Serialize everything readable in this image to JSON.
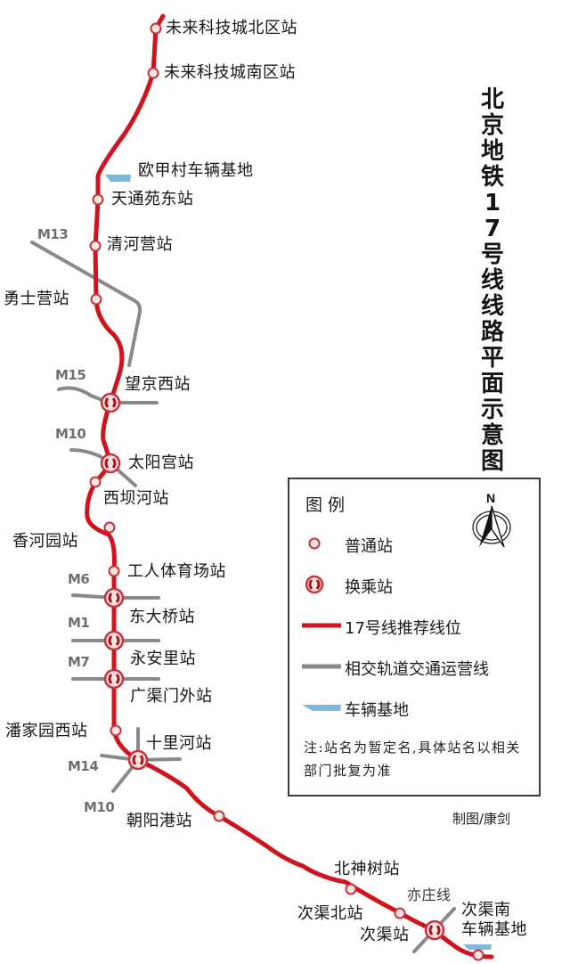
{
  "title": "北京地铁17号线线路平面示意图",
  "colors": {
    "line17": "#d1121f",
    "intersecting_line": "#8a8a8a",
    "depot": "#7fb6dd",
    "station_fill": "#fbe5e4",
    "station_stroke": "#c8333b",
    "background": "#ffffff"
  },
  "stations": [
    {
      "name": "未来科技城北区站",
      "type": "normal"
    },
    {
      "name": "未来科技城南区站",
      "type": "normal"
    },
    {
      "name": "天通苑东站",
      "type": "normal"
    },
    {
      "name": "清河营站",
      "type": "normal"
    },
    {
      "name": "勇士营站",
      "type": "normal"
    },
    {
      "name": "望京西站",
      "type": "interchange",
      "interchange_lines": [
        "M15",
        "M13"
      ]
    },
    {
      "name": "太阳宫站",
      "type": "interchange",
      "interchange_lines": [
        "M10"
      ]
    },
    {
      "name": "西坝河站",
      "type": "normal"
    },
    {
      "name": "香河园站",
      "type": "normal"
    },
    {
      "name": "工人体育场站",
      "type": "normal"
    },
    {
      "name": "东大桥站",
      "type": "interchange",
      "interchange_lines": [
        "M6"
      ]
    },
    {
      "name": "永安里站",
      "type": "interchange",
      "interchange_lines": [
        "M1"
      ]
    },
    {
      "name": "广渠门外站",
      "type": "interchange",
      "interchange_lines": [
        "M7"
      ]
    },
    {
      "name": "潘家园西站",
      "type": "normal"
    },
    {
      "name": "十里河站",
      "type": "interchange",
      "interchange_lines": [
        "M14",
        "M10"
      ]
    },
    {
      "name": "朝阳港站",
      "type": "normal"
    },
    {
      "name": "北神树站",
      "type": "normal"
    },
    {
      "name": "次渠北站",
      "type": "normal"
    },
    {
      "name": "次渠站",
      "type": "interchange",
      "interchange_lines": [
        "亦庄线"
      ]
    }
  ],
  "depots": [
    {
      "name": "欧甲村车辆基地"
    },
    {
      "name_line1": "次渠南",
      "name_line2": "车辆基地"
    }
  ],
  "line_codes": {
    "m13": "M13",
    "m15": "M15",
    "m10_a": "M10",
    "m6": "M6",
    "m1": "M1",
    "m7": "M7",
    "m14": "M14",
    "m10_b": "M10",
    "yizhuang": "亦庄线"
  },
  "legend": {
    "title": "图例",
    "items": [
      {
        "symbol": "normal-station",
        "label": "普通站"
      },
      {
        "symbol": "interchange-station",
        "label": "换乘站"
      },
      {
        "symbol": "red-line",
        "label": "17号线推荐线位"
      },
      {
        "symbol": "gray-line",
        "label": "相交轨道交通运营线"
      },
      {
        "symbol": "depot",
        "label": "车辆基地"
      }
    ],
    "note": "注:站名为暂定名,具体站名以相关部门批复为准",
    "compass_label": "N"
  },
  "credit": "制图/康剑"
}
